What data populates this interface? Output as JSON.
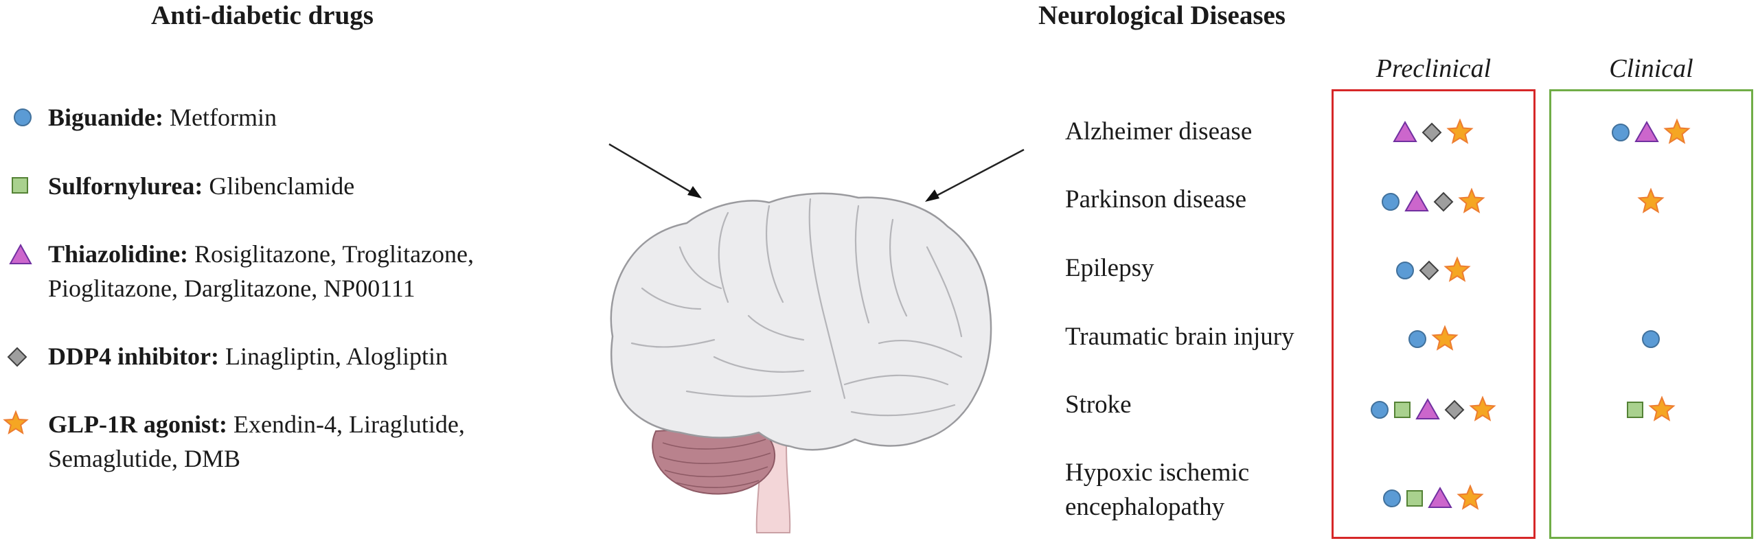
{
  "left": {
    "heading": "Anti-diabetic drugs",
    "legend": [
      {
        "icon": "circle-icon",
        "color": "#5B9BD5",
        "bold": "Biguanide:",
        "line1": "Metformin",
        "line2": ""
      },
      {
        "icon": "square-icon",
        "color": "#A9D18E",
        "bold": "Sulfornylurea:",
        "line1": "Glibenclamide",
        "line2": ""
      },
      {
        "icon": "triangle-icon",
        "color": "#CC66CC",
        "bold": "Thiazolidine:",
        "line1": "Rosiglitazone, Troglitazone,",
        "line2": "Pioglitazone, Darglitazone, NP00111"
      },
      {
        "icon": "diamond-icon",
        "color": "#9E9E9E",
        "bold": "DDP4 inhibitor:",
        "line1": "Linagliptin, Alogliptin",
        "line2": ""
      },
      {
        "icon": "star-icon",
        "color": "#F5A623",
        "bold": "GLP-1R agonist:",
        "line1": "Exendin-4, Liraglutide,",
        "line2": "Semaglutide, DMB"
      }
    ]
  },
  "right": {
    "heading": "Neurological Diseases",
    "columns": {
      "preclinical": "Preclinical",
      "clinical": "Clinical"
    },
    "box_colors": {
      "preclinical": "#D62728",
      "clinical": "#70AD47"
    },
    "diseases": [
      {
        "line1": "Alzheimer disease",
        "line2": "",
        "preclinical": [
          "triangle",
          "diamond",
          "star"
        ],
        "clinical": [
          "circle",
          "triangle",
          "star"
        ]
      },
      {
        "line1": "Parkinson disease",
        "line2": "",
        "preclinical": [
          "circle",
          "triangle",
          "diamond",
          "star"
        ],
        "clinical": [
          "star"
        ]
      },
      {
        "line1": "Epilepsy",
        "line2": "",
        "preclinical": [
          "circle",
          "diamond",
          "star"
        ],
        "clinical": []
      },
      {
        "line1": "Traumatic brain injury",
        "line2": "",
        "preclinical": [
          "circle",
          "star"
        ],
        "clinical": [
          "circle"
        ]
      },
      {
        "line1": "Stroke",
        "line2": "",
        "preclinical": [
          "circle",
          "square",
          "triangle",
          "diamond",
          "star"
        ],
        "clinical": [
          "square",
          "star"
        ]
      },
      {
        "line1": "Hypoxic ischemic",
        "line2": "encephalopathy",
        "preclinical": [
          "circle",
          "square",
          "triangle",
          "star"
        ],
        "clinical": []
      }
    ]
  }
}
